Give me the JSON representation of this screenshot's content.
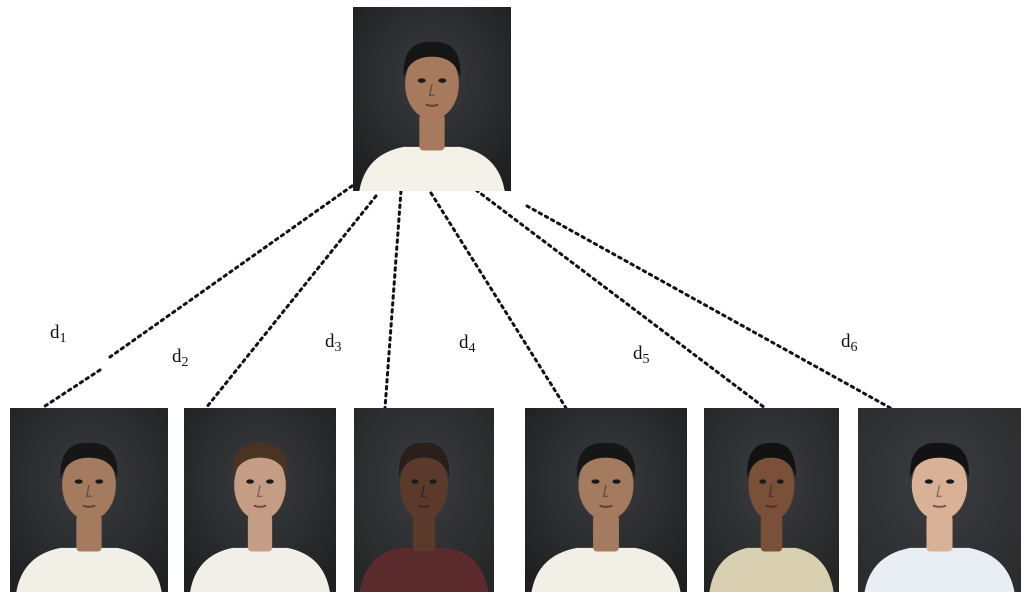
{
  "query": {
    "icon": "query-face-photo",
    "shirt": "#f3f1e7",
    "skin": "#a77a5e",
    "bg": "#1d1f21",
    "hair": "#151515"
  },
  "labels": [
    {
      "text": "d",
      "sub": "1"
    },
    {
      "text": "d",
      "sub": "2"
    },
    {
      "text": "d",
      "sub": "3"
    },
    {
      "text": "d",
      "sub": "4"
    },
    {
      "text": "d",
      "sub": "5"
    },
    {
      "text": "d",
      "sub": "6"
    }
  ],
  "candidates": [
    {
      "icon": "candidate-face-photo-1",
      "shirt": "#f2f0e6",
      "skin": "#a57b5f",
      "bg": "#1f2123",
      "hair": "#161616"
    },
    {
      "icon": "candidate-face-photo-2",
      "shirt": "#f1efe8",
      "skin": "#c59c84",
      "bg": "#1e2022",
      "hair": "#4a3322"
    },
    {
      "icon": "candidate-face-photo-3",
      "shirt": "#5a2a2c",
      "skin": "#5b3a2c",
      "bg": "#242628",
      "hair": "#2a1f1a"
    },
    {
      "icon": "candidate-face-photo-4",
      "shirt": "#f2f0e6",
      "skin": "#a57b5f",
      "bg": "#1d1f21",
      "hair": "#161616"
    },
    {
      "icon": "candidate-face-photo-5",
      "shirt": "#d8d0b0",
      "skin": "#7a5038",
      "bg": "#232527",
      "hair": "#121212"
    },
    {
      "icon": "candidate-face-photo-6",
      "shirt": "#e9eef4",
      "skin": "#d9b196",
      "bg": "#2a2c2e",
      "hair": "#121212"
    }
  ]
}
